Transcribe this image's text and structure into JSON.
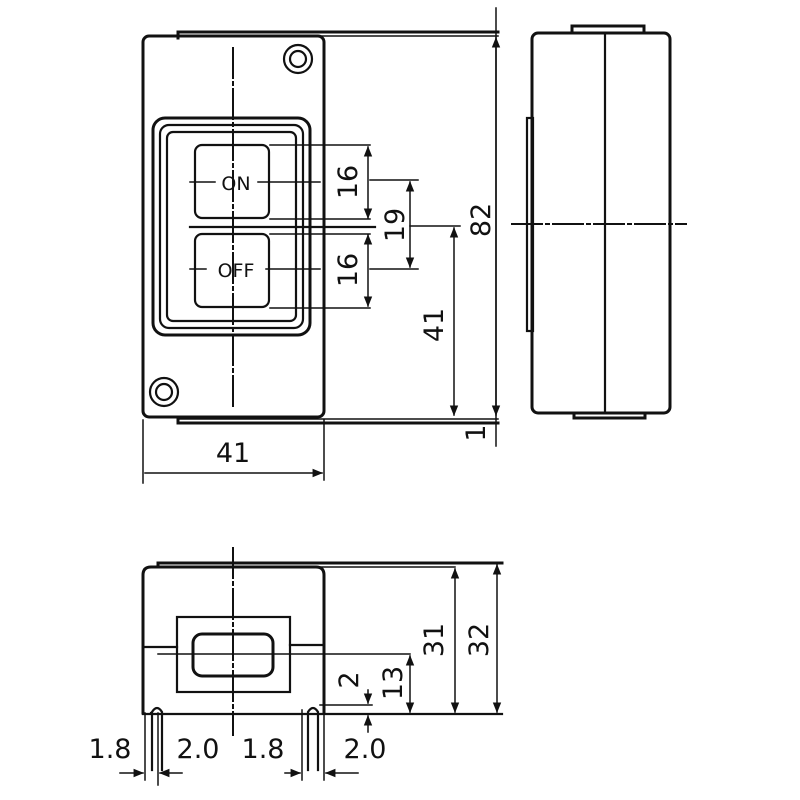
{
  "drawing": {
    "subject": "push-button switch enclosure",
    "front_view": {
      "buttons": [
        {
          "label": "ON"
        },
        {
          "label": "OFF"
        }
      ],
      "dimensions": {
        "button_height_top": "16",
        "button_height_bottom": "16",
        "button_pitch": "19",
        "center_height": "41",
        "total_height": "82",
        "total_width": "41",
        "flange_offset": "1"
      }
    },
    "bottom_view": {
      "dimensions": {
        "body_depth": "31",
        "total_depth": "32",
        "button_center_height": "13",
        "terminal_offset": "2",
        "terminal_gap_left": "1.8",
        "terminal_width_left": "2.0",
        "terminal_gap_right": "1.8",
        "terminal_width_right": "2.0"
      }
    },
    "side_view": {}
  },
  "colors": {
    "ink": "#111111",
    "paper": "#ffffff"
  }
}
